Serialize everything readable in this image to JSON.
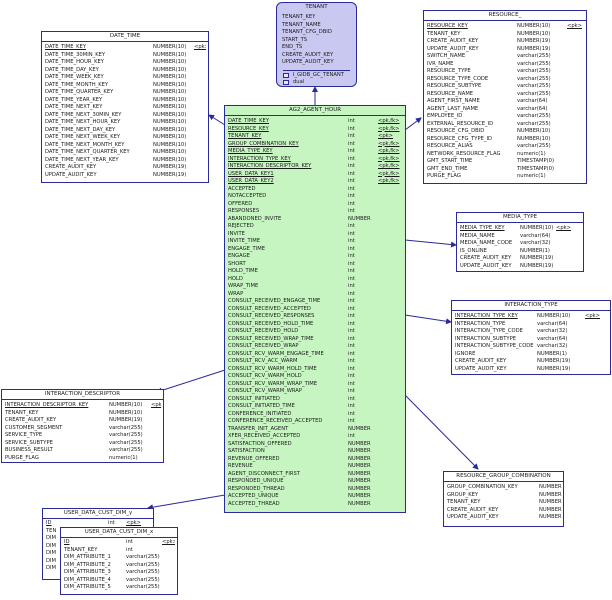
{
  "tenant": {
    "title": "TENANT",
    "rows": [
      "TENANT_KEY",
      "TENANT_NAME",
      "TENANT_CFG_DBID",
      "START_TS",
      "END_TS",
      "CREATE_AUDIT_KEY",
      "UPDATE_AUDIT_KEY"
    ],
    "indexes": [
      "I_GIDB_GC_TENANT",
      "dual"
    ]
  },
  "date_time": {
    "title": "DATE_TIME",
    "rows": [
      {
        "name": "DATE_TIME_KEY",
        "type": "NUMBER(10)",
        "key": "<pk>",
        "pk": true
      },
      {
        "name": "DATE_TIME_30MIN_KEY",
        "type": "NUMBER(10)",
        "key": ""
      },
      {
        "name": "DATE_TIME_HOUR_KEY",
        "type": "NUMBER(10)",
        "key": ""
      },
      {
        "name": "DATE_TIME_DAY_KEY",
        "type": "NUMBER(10)",
        "key": ""
      },
      {
        "name": "DATE_TIME_WEEK_KEY",
        "type": "NUMBER(10)",
        "key": ""
      },
      {
        "name": "DATE_TIME_MONTH_KEY",
        "type": "NUMBER(10)",
        "key": ""
      },
      {
        "name": "DATE_TIME_QUARTER_KEY",
        "type": "NUMBER(10)",
        "key": ""
      },
      {
        "name": "DATE_TIME_YEAR_KEY",
        "type": "NUMBER(10)",
        "key": ""
      },
      {
        "name": "DATE_TIME_NEXT_KEY",
        "type": "NUMBER(10)",
        "key": ""
      },
      {
        "name": "DATE_TIME_NEXT_30MIN_KEY",
        "type": "NUMBER(10)",
        "key": ""
      },
      {
        "name": "DATE_TIME_NEXT_HOUR_KEY",
        "type": "NUMBER(10)",
        "key": ""
      },
      {
        "name": "DATE_TIME_NEXT_DAY_KEY",
        "type": "NUMBER(10)",
        "key": ""
      },
      {
        "name": "DATE_TIME_NEXT_WEEK_KEY",
        "type": "NUMBER(10)",
        "key": ""
      },
      {
        "name": "DATE_TIME_NEXT_MONTH_KEY",
        "type": "NUMBER(10)",
        "key": ""
      },
      {
        "name": "DATE_TIME_NEXT_QUARTER_KEY",
        "type": "NUMBER(10)",
        "key": ""
      },
      {
        "name": "DATE_TIME_NEXT_YEAR_KEY",
        "type": "NUMBER(10)",
        "key": ""
      },
      {
        "name": "CREATE_AUDIT_KEY",
        "type": "NUMBER(19)",
        "key": ""
      },
      {
        "name": "UPDATE_AUDIT_KEY",
        "type": "NUMBER(19)",
        "key": ""
      }
    ]
  },
  "resource": {
    "title": "RESOURCE_",
    "rows": [
      {
        "name": "RESOURCE_KEY",
        "type": "NUMBER(10)",
        "key": "<pk>",
        "pk": true
      },
      {
        "name": "TENANT_KEY",
        "type": "NUMBER(10)",
        "key": ""
      },
      {
        "name": "CREATE_AUDIT_KEY",
        "type": "NUMBER(19)",
        "key": ""
      },
      {
        "name": "UPDATE_AUDIT_KEY",
        "type": "NUMBER(19)",
        "key": ""
      },
      {
        "name": "SWITCH_NAME",
        "type": "varchar(255)",
        "key": ""
      },
      {
        "name": "IVR_NAME",
        "type": "varchar(255)",
        "key": ""
      },
      {
        "name": "RESOURCE_TYPE",
        "type": "varchar(255)",
        "key": ""
      },
      {
        "name": "RESOURCE_TYPE_CODE",
        "type": "varchar(255)",
        "key": ""
      },
      {
        "name": "RESOURCE_SUBTYPE",
        "type": "varchar(255)",
        "key": ""
      },
      {
        "name": "RESOURCE_NAME",
        "type": "varchar(255)",
        "key": ""
      },
      {
        "name": "AGENT_FIRST_NAME",
        "type": "varchar(64)",
        "key": ""
      },
      {
        "name": "AGENT_LAST_NAME",
        "type": "varchar(64)",
        "key": ""
      },
      {
        "name": "EMPLOYEE_ID",
        "type": "varchar(255)",
        "key": ""
      },
      {
        "name": "EXTERNAL_RESOURCE_ID",
        "type": "varchar(255)",
        "key": ""
      },
      {
        "name": "RESOURCE_CFG_DBID",
        "type": "NUMBER(10)",
        "key": ""
      },
      {
        "name": "RESOURCE_CFG_TYPE_ID",
        "type": "NUMBER(10)",
        "key": ""
      },
      {
        "name": "RESOURCE_ALIAS",
        "type": "varchar(255)",
        "key": ""
      },
      {
        "name": "NETWORK_RESOURCE_FLAG",
        "type": "numeric(1)",
        "key": ""
      },
      {
        "name": "GMT_START_TIME",
        "type": "TIMESTAMP(0)",
        "key": ""
      },
      {
        "name": "GMT_END_TIME",
        "type": "TIMESTAMP(0)",
        "key": ""
      },
      {
        "name": "PURGE_FLAG",
        "type": "numeric(1)",
        "key": ""
      }
    ]
  },
  "media_type": {
    "title": "MEDIA_TYPE",
    "rows": [
      {
        "name": "MEDIA_TYPE_KEY",
        "type": "NUMBER(10)",
        "key": "<pk>",
        "pk": true
      },
      {
        "name": "MEDIA_NAME",
        "type": "varchar(64)",
        "key": ""
      },
      {
        "name": "MEDIA_NAME_CODE",
        "type": "varchar(32)",
        "key": ""
      },
      {
        "name": "IS_ONLINE",
        "type": "NUMBER(1)",
        "key": ""
      },
      {
        "name": "CREATE_AUDIT_KEY",
        "type": "NUMBER(19)",
        "key": ""
      },
      {
        "name": "UPDATE_AUDIT_KEY",
        "type": "NUMBER(19)",
        "key": ""
      }
    ]
  },
  "interaction_type": {
    "title": "INTERACTION_TYPE",
    "rows": [
      {
        "name": "INTERACTION_TYPE_KEY",
        "type": "NUMBER(10)",
        "key": "<pk>",
        "pk": true
      },
      {
        "name": "INTERACTION_TYPE",
        "type": "varchar(64)",
        "key": ""
      },
      {
        "name": "INTERACTION_TYPE_CODE",
        "type": "varchar(32)",
        "key": ""
      },
      {
        "name": "INTERACTION_SUBTYPE",
        "type": "varchar(64)",
        "key": ""
      },
      {
        "name": "INTERACTION_SUBTYPE_CODE",
        "type": "varchar(32)",
        "key": ""
      },
      {
        "name": "IGNORE",
        "type": "NUMBER(1)",
        "key": ""
      },
      {
        "name": "CREATE_AUDIT_KEY",
        "type": "NUMBER(19)",
        "key": ""
      },
      {
        "name": "UPDATE_AUDIT_KEY",
        "type": "NUMBER(19)",
        "key": ""
      }
    ]
  },
  "interaction_descriptor": {
    "title": "INTERACTION_DESCRIPTOR",
    "rows": [
      {
        "name": "INTERACTION_DESCRIPTOR_KEY",
        "type": "NUMBER(10)",
        "key": "<pk>",
        "pk": true
      },
      {
        "name": "TENANT_KEY",
        "type": "NUMBER(10)",
        "key": ""
      },
      {
        "name": "CREATE_AUDIT_KEY",
        "type": "NUMBER(19)",
        "key": ""
      },
      {
        "name": "CUSTOMER_SEGMENT",
        "type": "varchar(255)",
        "key": ""
      },
      {
        "name": "SERVICE_TYPE",
        "type": "varchar(255)",
        "key": ""
      },
      {
        "name": "SERVICE_SUBTYPE",
        "type": "varchar(255)",
        "key": ""
      },
      {
        "name": "BUSINESS_RESULT",
        "type": "varchar(255)",
        "key": ""
      },
      {
        "name": "PURGE_FLAG",
        "type": "numeric(1)",
        "key": ""
      }
    ]
  },
  "resource_group_combination": {
    "title": "RESOURCE_GROUP_COMBINATION",
    "rows": [
      {
        "name": "GROUP_COMBINATION_KEY",
        "type": "NUMBER",
        "key": ""
      },
      {
        "name": "GROUP_KEY",
        "type": "NUMBER",
        "key": ""
      },
      {
        "name": "TENANT_KEY",
        "type": "NUMBER",
        "key": ""
      },
      {
        "name": "CREATE_AUDIT_KEY",
        "type": "NUMBER",
        "key": ""
      },
      {
        "name": "UPDATE_AUDIT_KEY",
        "type": "NUMBER",
        "key": ""
      }
    ]
  },
  "user_data_cust_dim_y": {
    "title": "USER_DATA_CUST_DIM_y",
    "rows": [
      {
        "name": "ID",
        "type": "int",
        "key": "<pk>",
        "pk": true
      },
      {
        "name": "TEN",
        "type": "",
        "key": ""
      },
      {
        "name": "DIM",
        "type": "",
        "key": ""
      },
      {
        "name": "DIM",
        "type": "",
        "key": ""
      },
      {
        "name": "DIM",
        "type": "",
        "key": ""
      },
      {
        "name": "DIM",
        "type": "",
        "key": ""
      },
      {
        "name": "DIM",
        "type": "",
        "key": ""
      }
    ]
  },
  "user_data_cust_dim_x": {
    "title": "USER_DATA_CUST_DIM_x",
    "rows": [
      {
        "name": "ID",
        "type": "int",
        "key": "<pk>",
        "pk": true
      },
      {
        "name": "TENANT_KEY",
        "type": "int",
        "key": ""
      },
      {
        "name": "DIM_ATTRIBUTE_1",
        "type": "varchar(255)",
        "key": ""
      },
      {
        "name": "DIM_ATTRIBUTE_2",
        "type": "varchar(255)",
        "key": ""
      },
      {
        "name": "DIM_ATTRIBUTE_3",
        "type": "varchar(255)",
        "key": ""
      },
      {
        "name": "DIM_ATTRIBUTE_4",
        "type": "varchar(255)",
        "key": ""
      },
      {
        "name": "DIM_ATTRIBUTE_5",
        "type": "varchar(255)",
        "key": ""
      }
    ]
  },
  "ag2": {
    "title": "AG2_AGENT_HOUR",
    "rows": [
      {
        "name": "DATE_TIME_KEY",
        "type": "int",
        "key": "<pk,fk>",
        "pk": true
      },
      {
        "name": "RESOURCE_KEY",
        "type": "int",
        "key": "<pk,fk>",
        "pk": true
      },
      {
        "name": "TENANT_KEY",
        "type": "int",
        "key": "<pk>",
        "pk": true
      },
      {
        "name": "GROUP_COMBINATION_KEY",
        "type": "int",
        "key": "<pk,fk>",
        "pk": true
      },
      {
        "name": "MEDIA_TYPE_KEY",
        "type": "int",
        "key": "<pk,fk>",
        "pk": true
      },
      {
        "name": "INTERACTION_TYPE_KEY",
        "type": "int",
        "key": "<pk,fk>",
        "pk": true
      },
      {
        "name": "INTERACTION_DESCRIPTOR_KEY",
        "type": "int",
        "key": "<pk,fk>",
        "pk": true
      },
      {
        "name": "USER_DATA_KEY1",
        "type": "int",
        "key": "<pk,fk>",
        "pk": true
      },
      {
        "name": "USER_DATA_KEY2",
        "type": "int",
        "key": "<pk,fk>",
        "pk": true
      },
      {
        "name": "ACCEPTED",
        "type": "int",
        "key": ""
      },
      {
        "name": "NOTACCEPTED",
        "type": "int",
        "key": ""
      },
      {
        "name": "OFFERED",
        "type": "int",
        "key": ""
      },
      {
        "name": "RESPONSES",
        "type": "int",
        "key": ""
      },
      {
        "name": "ABANDONED_INVITE",
        "type": "NUMBER",
        "key": ""
      },
      {
        "name": "REJECTED",
        "type": "int",
        "key": ""
      },
      {
        "name": "INVITE",
        "type": "int",
        "key": ""
      },
      {
        "name": "INVITE_TIME",
        "type": "int",
        "key": ""
      },
      {
        "name": "ENGAGE_TIME",
        "type": "int",
        "key": ""
      },
      {
        "name": "ENGAGE",
        "type": "int",
        "key": ""
      },
      {
        "name": "SHORT",
        "type": "int",
        "key": ""
      },
      {
        "name": "HOLD_TIME",
        "type": "int",
        "key": ""
      },
      {
        "name": "HOLD",
        "type": "int",
        "key": ""
      },
      {
        "name": "WRAP_TIME",
        "type": "int",
        "key": ""
      },
      {
        "name": "WRAP",
        "type": "int",
        "key": ""
      },
      {
        "name": "CONSULT_RECEIVED_ENGAGE_TIME",
        "type": "int",
        "key": ""
      },
      {
        "name": "CONSULT_RECEIVED_ACCEPTED",
        "type": "int",
        "key": ""
      },
      {
        "name": "CONSULT_RECEIVED_RESPONSES",
        "type": "int",
        "key": ""
      },
      {
        "name": "CONSULT_RECEIVED_HOLD_TIME",
        "type": "int",
        "key": ""
      },
      {
        "name": "CONSULT_RECEIVED_HOLD",
        "type": "int",
        "key": ""
      },
      {
        "name": "CONSULT_RECEIVED_WRAP_TIME",
        "type": "int",
        "key": ""
      },
      {
        "name": "CONSULT_RECEIVED_WRAP",
        "type": "int",
        "key": ""
      },
      {
        "name": "CONSULT_RCV_WARM_ENGAGE_TIME",
        "type": "int",
        "key": ""
      },
      {
        "name": "CONSULT_RCV_ACC_WARM",
        "type": "int",
        "key": ""
      },
      {
        "name": "CONSULT_RCV_WARM_HOLD_TIME",
        "type": "int",
        "key": ""
      },
      {
        "name": "CONSULT_RCV_WARM_HOLD",
        "type": "int",
        "key": ""
      },
      {
        "name": "CONSULT_RCV_WARM_WRAP_TIME",
        "type": "int",
        "key": ""
      },
      {
        "name": "CONSULT_RCV_WARM_WRAP",
        "type": "int",
        "key": ""
      },
      {
        "name": "CONSULT_INITIATED",
        "type": "int",
        "key": ""
      },
      {
        "name": "CONSULT_INITIATED_TIME",
        "type": "int",
        "key": ""
      },
      {
        "name": "CONFERENCE_INITIATED",
        "type": "int",
        "key": ""
      },
      {
        "name": "CONFERENCE_RECEIVED_ACCEPTED",
        "type": "int",
        "key": ""
      },
      {
        "name": "TRANSFER_INIT_AGENT",
        "type": "NUMBER",
        "key": ""
      },
      {
        "name": "XFER_RECEIVED_ACCEPTED",
        "type": "int",
        "key": ""
      },
      {
        "name": "SATISFACTION_OFFERED",
        "type": "NUMBER",
        "key": ""
      },
      {
        "name": "SATISFACTION",
        "type": "NUMBER",
        "key": ""
      },
      {
        "name": "REVENUE_OFFERED",
        "type": "NUMBER",
        "key": ""
      },
      {
        "name": "REVENUE",
        "type": "NUMBER",
        "key": ""
      },
      {
        "name": "AGENT_DISCONNECT_FIRST",
        "type": "NUMBER",
        "key": ""
      },
      {
        "name": "RESPONDED_UNIQUE",
        "type": "NUMBER",
        "key": ""
      },
      {
        "name": "RESPONDED_THREAD",
        "type": "NUMBER",
        "key": ""
      },
      {
        "name": "ACCEPTED_UNIQUE",
        "type": "NUMBER",
        "key": ""
      },
      {
        "name": "ACCEPTED_THREAD",
        "type": "NUMBER",
        "key": ""
      }
    ]
  }
}
